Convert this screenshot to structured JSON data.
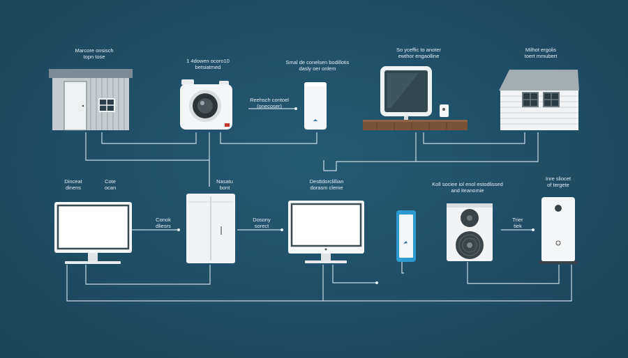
{
  "labels": {
    "shed": [
      "Marcore onsisch",
      "topn tose"
    ],
    "camera": [
      "1 4dowen ocoro10",
      "betsiatmed"
    ],
    "camera_link": [
      "Reehsch contoel",
      "(onecoser)"
    ],
    "router": [
      "Smal de conelsen bodillotis",
      "dasly oer onlem"
    ],
    "tv": [
      "So yceffic to anoter",
      "ewthor engaolline"
    ],
    "house": [
      "Milhot ergolis",
      "toert mmubert"
    ],
    "monitor1_a": [
      "Dinceat",
      "dinens"
    ],
    "monitor1_b": [
      "Cote",
      "ocan"
    ],
    "link1": [
      "Conok",
      "dliesrs"
    ],
    "cabinet": [
      "Nasatu",
      "bont"
    ],
    "link2": [
      "Dosony",
      "sorect"
    ],
    "monitor2": [
      "Desttdorclillian",
      "dorasm cleme"
    ],
    "ac": [
      "Koll sociee iol enol estodlissed",
      "and iteanomie"
    ],
    "link3": [
      "Trier",
      "tiek"
    ],
    "speaker": [
      "Inre sliocet",
      "of tergete"
    ]
  },
  "colors": {
    "background": "#1f4f66",
    "line": "#c9dbe4",
    "device_white": "#f4f6f7",
    "accent": "#2f9ad0"
  }
}
